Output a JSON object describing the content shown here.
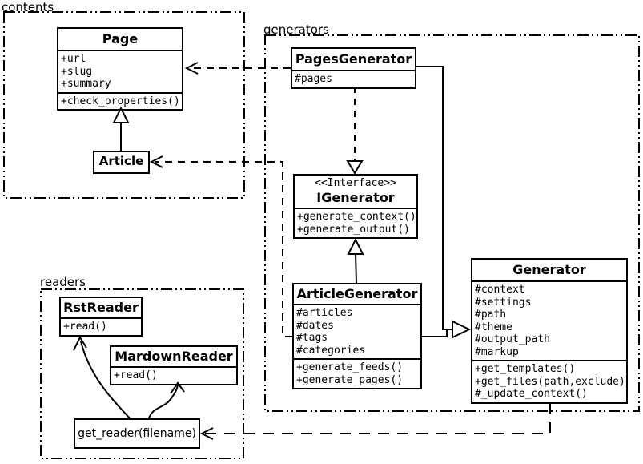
{
  "packages": {
    "contents": {
      "label": "contents"
    },
    "generators": {
      "label": "generators"
    },
    "readers": {
      "label": "readers"
    }
  },
  "classes": {
    "page": {
      "title": "Page",
      "attrs": [
        "+url",
        "+slug",
        "+summary"
      ],
      "methods": [
        "+check_properties()"
      ]
    },
    "article": {
      "title": "Article"
    },
    "pages_generator": {
      "title": "PagesGenerator",
      "attrs": [
        "#pages"
      ]
    },
    "igenerator": {
      "stereotype": "<<Interface>>",
      "title": "IGenerator",
      "methods": [
        "+generate_context()",
        "+generate_output()"
      ]
    },
    "article_generator": {
      "title": "ArticleGenerator",
      "attrs": [
        "#articles",
        "#dates",
        "#tags",
        "#categories"
      ],
      "methods": [
        "+generate_feeds()",
        "+generate_pages()"
      ]
    },
    "generator": {
      "title": "Generator",
      "attrs": [
        "#context",
        "#settings",
        "#path",
        "#theme",
        "#output_path",
        "#markup"
      ],
      "methods": [
        "+get_templates()",
        "+get_files(path,exclude)",
        "#_update_context()"
      ]
    },
    "rst_reader": {
      "title": "RstReader",
      "methods": [
        "+read()"
      ]
    },
    "mardown_reader": {
      "title": "MardownReader",
      "methods": [
        "+read()"
      ]
    },
    "get_reader": {
      "title": "get_reader(filename)"
    }
  },
  "relationships": [
    {
      "type": "generalization",
      "from": "Article",
      "to": "Page"
    },
    {
      "type": "dependency",
      "from": "PagesGenerator",
      "to": "Page"
    },
    {
      "type": "dependency",
      "from": "ArticleGenerator",
      "to": "Article"
    },
    {
      "type": "realization",
      "from": "PagesGenerator",
      "to": "IGenerator"
    },
    {
      "type": "generalization",
      "from": "ArticleGenerator",
      "to": "IGenerator"
    },
    {
      "type": "generalization",
      "from": "PagesGenerator",
      "to": "Generator"
    },
    {
      "type": "generalization",
      "from": "ArticleGenerator",
      "to": "Generator"
    },
    {
      "type": "dependency",
      "from": "Generator",
      "to": "get_reader(filename)"
    },
    {
      "type": "call",
      "from": "get_reader(filename)",
      "to": "RstReader"
    },
    {
      "type": "call",
      "from": "get_reader(filename)",
      "to": "MardownReader"
    }
  ],
  "colors": {
    "line": "#000000",
    "background": "#ffffff"
  }
}
